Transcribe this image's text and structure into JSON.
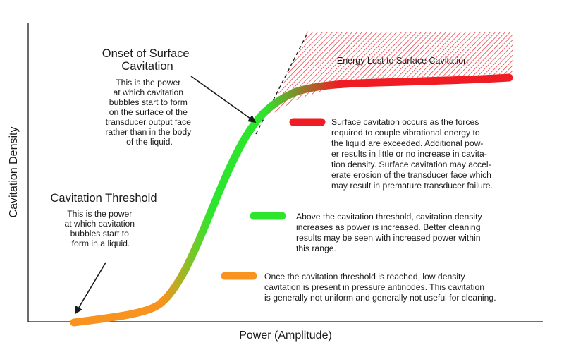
{
  "axes": {
    "x_label": "Power (Amplitude)",
    "y_label": "Cavitation Density"
  },
  "region_label": "Energy Lost to Surface Cavitation",
  "onset": {
    "title_lines": [
      "Onset of Surface",
      "Cavitation"
    ],
    "desc_lines": [
      "This is the power",
      "at which cavitation",
      "bubbles start to form",
      "on the surface of the",
      "transducer output face",
      "rather than in the body",
      "of the liquid."
    ]
  },
  "threshold": {
    "title": "Cavitation  Threshold",
    "desc_lines": [
      "This is the power",
      "at which cavitation",
      "bubbles start to",
      "form in a liquid."
    ]
  },
  "legend": [
    {
      "color": "#ef1c24",
      "lines": [
        "Surface cavitation occurs as the forces",
        "required to couple vibrational energy to",
        "the liquid are exceeded.   Additional pow-",
        "er results in little or no increase in cavita-",
        "tion density.  Surface cavitation may accel-",
        "erate erosion of the transducer face which",
        "may result in premature transducer failure."
      ]
    },
    {
      "color": "#2ee52e",
      "lines": [
        "Above the cavitation threshold, cavitation density",
        "increases as power is increased.  Better cleaning",
        "results may be seen with increased power within",
        "this range."
      ]
    },
    {
      "color": "#f7931e",
      "lines": [
        "Once the cavitation threshold is reached, low density",
        "cavitation is present in pressure antinodes.  This cavitation",
        "is generally not uniform and generally not useful for cleaning."
      ]
    }
  ],
  "colors": {
    "axis": "#1a1a1a",
    "hatch": "#ef4a52",
    "curve_low": "#f7931e",
    "curve_mid": "#2ee52e",
    "curve_high": "#ef1c24"
  }
}
